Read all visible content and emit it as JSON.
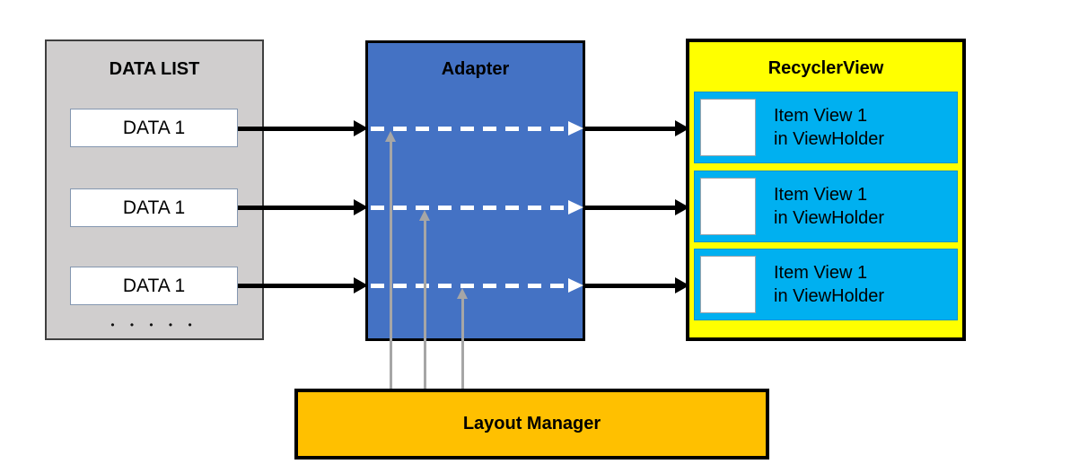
{
  "data_list": {
    "title": "DATA LIST",
    "items": [
      "DATA 1",
      "DATA 1",
      "DATA 1"
    ],
    "ellipsis": "• • • • •"
  },
  "adapter": {
    "title": "Adapter"
  },
  "recycler_view": {
    "title": "RecyclerView",
    "items": [
      {
        "line1": "Item View 1",
        "line2": "in ViewHolder"
      },
      {
        "line1": "Item View 1",
        "line2": "in ViewHolder"
      },
      {
        "line1": "Item View 1",
        "line2": "in ViewHolder"
      }
    ]
  },
  "layout_manager": {
    "title": "Layout Manager"
  },
  "colors": {
    "data_list_bg": "#D0CECE",
    "data_item_border": "#8497B0",
    "adapter_bg": "#4472C4",
    "recycler_bg": "#FFFF00",
    "recycler_item_bg": "#00B0F0",
    "layout_manager_bg": "#FFC000",
    "arrow_black": "#000000",
    "arrow_white_dashed": "#FFFFFF",
    "arrow_gray": "#A6A6A6"
  }
}
